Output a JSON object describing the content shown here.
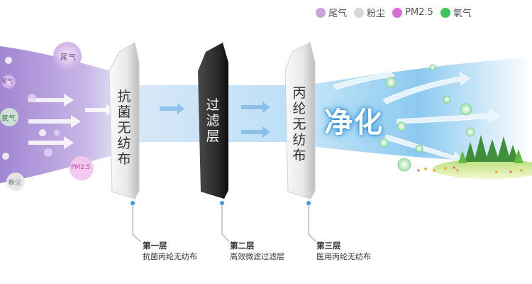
{
  "legend": [
    {
      "label": "尾气",
      "color": "#c9a6d9"
    },
    {
      "label": "粉尘",
      "color": "#d6d6d6"
    },
    {
      "label": "PM2.5",
      "color": "#d86cd1"
    },
    {
      "label": "氧气",
      "color": "#3fc45a"
    }
  ],
  "bubbles": {
    "exhaust": "尾气",
    "exhaust_small": "尾气",
    "oxygen": "氧气",
    "pm25": "PM2.5",
    "dust": "粉尘"
  },
  "layers": [
    {
      "panel_label": "抗菌无纺布",
      "title": "第一层",
      "desc": "抗菌丙纶无纺布"
    },
    {
      "panel_label": "过滤层",
      "title": "第二层",
      "desc": "高效微滤过滤层"
    },
    {
      "panel_label": "丙纶无纺布",
      "title": "第三层",
      "desc": "医用丙纶无纺布"
    }
  ],
  "result_word": "净化",
  "colors": {
    "purple_air": "#a98bd6",
    "clean_air": "#9fd3f2",
    "dark_panel": "#2a2a2a",
    "light_panel": "#e6e6e6",
    "marker": "#3b9de0"
  }
}
